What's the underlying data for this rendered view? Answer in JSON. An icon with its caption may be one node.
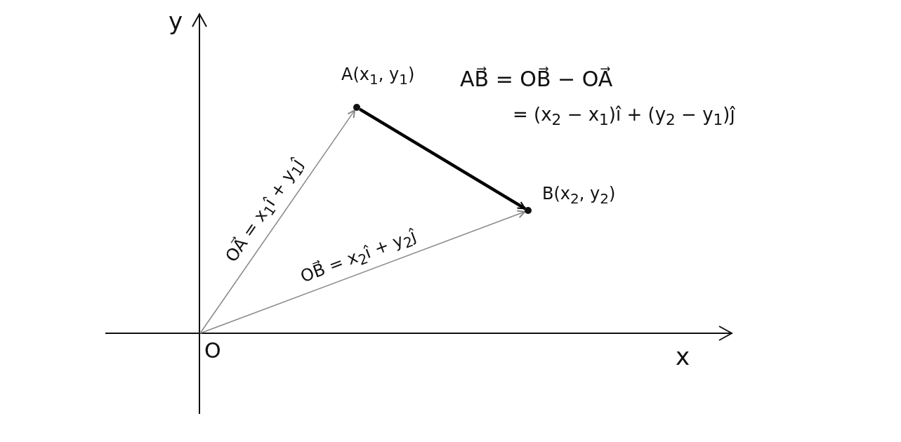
{
  "diagram": {
    "nodes": [
      {
        "text": [
          "O"
        ]
      },
      {
        "text": [],
        "shape": "circle",
        "beside": [
          "A(x$_{1}$, y$_{1}$)"
        ]
      },
      {
        "text": [],
        "shape": "circle",
        "beside": [
          "B(x$_{2}$, y$_{2}$)"
        ]
      }
    ],
    "edges": [
      {
        "from": 0,
        "to": 1,
        "arrow": "to",
        "label": "OA⃗ = x$_{1}$î + y$_{1}$ĵ"
      },
      {
        "from": 0,
        "to": 2,
        "arrow": "to",
        "label": "OB⃗ = x$_{2}$î + y$_{2}$ĵ"
      },
      {
        "from": 1,
        "to": 2,
        "arrow": "to",
        "style": "thick",
        "color": "#000000"
      }
    ],
    "labels": [
      "y",
      "x",
      "AB⃗ = OB⃗ − OA⃗",
      "= (x$_{2}$ − x$_{1}$)î + (y$_{2}$ − y$_{1}$)ĵ"
    ]
  }
}
